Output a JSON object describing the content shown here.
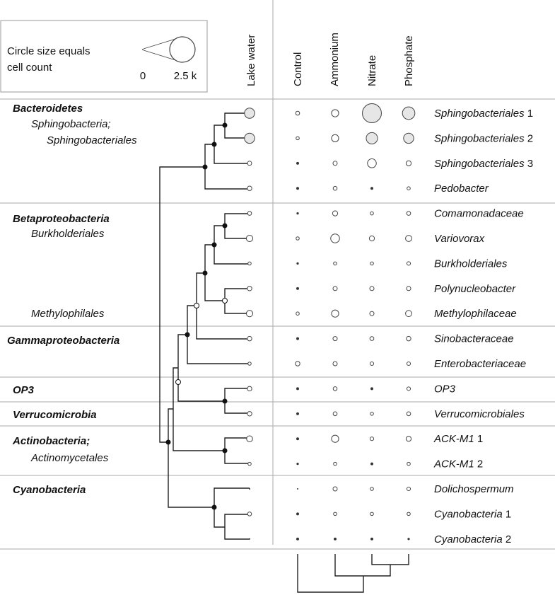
{
  "legend": {
    "line1": "Circle size equals",
    "line2": "cell count",
    "min_label": "0",
    "max_label": "2.5 k"
  },
  "columns": [
    "Lake water",
    "Control",
    "Ammonium",
    "Nitrate",
    "Phosphate"
  ],
  "groups": [
    {
      "label": "Bacteroidetes",
      "sub": [
        {
          "label": "Sphingobacteria;"
        },
        {
          "label": "Sphingobacteriales"
        }
      ]
    },
    {
      "label": "Betaproteobacteria",
      "sub": [
        {
          "label": "Burkholderiales"
        },
        {
          "label": "Methylophilales"
        }
      ]
    },
    {
      "label": "Gammaproteobacteria",
      "sub": []
    },
    {
      "label": "OP3",
      "sub": []
    },
    {
      "label": "Verrucomicrobia",
      "sub": []
    },
    {
      "label": "Actinobacteria;",
      "sub": [
        {
          "label": "Actinomycetales"
        }
      ]
    },
    {
      "label": "Cyanobacteria",
      "sub": []
    }
  ],
  "taxa": [
    {
      "name": "Sphingobacteriales",
      "suffix": " 1"
    },
    {
      "name": "Sphingobacteriales",
      "suffix": " 2"
    },
    {
      "name": "Sphingobacteriales",
      "suffix": " 3"
    },
    {
      "name": "Pedobacter",
      "suffix": ""
    },
    {
      "name": "Comamonadaceae",
      "suffix": ""
    },
    {
      "name": "Variovorax",
      "suffix": ""
    },
    {
      "name": "Burkholderiales",
      "suffix": ""
    },
    {
      "name": "Polynucleobacter",
      "suffix": ""
    },
    {
      "name": "Methylophilaceae",
      "suffix": ""
    },
    {
      "name": "Sinobacteraceae",
      "suffix": ""
    },
    {
      "name": "Enterobacteriaceae",
      "suffix": ""
    },
    {
      "name": "OP3",
      "suffix": ""
    },
    {
      "name": "Verrucomicrobiales",
      "suffix": ""
    },
    {
      "name": "ACK-M1",
      "suffix": " 1"
    },
    {
      "name": "ACK-M1",
      "suffix": " 2"
    },
    {
      "name": "Dolichospermum",
      "suffix": ""
    },
    {
      "name": "Cyanobacteria",
      "suffix": " 1"
    },
    {
      "name": "Cyanobacteria",
      "suffix": " 2"
    }
  ],
  "cell_count_max": 2500,
  "cell_counts": [
    [
      400,
      60,
      200,
      1400,
      600
    ],
    [
      400,
      40,
      200,
      500,
      400
    ],
    [
      70,
      30,
      70,
      300,
      100
    ],
    [
      80,
      30,
      60,
      30,
      40
    ],
    [
      60,
      20,
      100,
      40,
      60
    ],
    [
      160,
      40,
      300,
      100,
      150
    ],
    [
      40,
      20,
      40,
      40,
      50
    ],
    [
      80,
      30,
      70,
      70,
      70
    ],
    [
      160,
      40,
      200,
      70,
      150
    ],
    [
      80,
      30,
      70,
      60,
      80
    ],
    [
      40,
      80,
      70,
      50,
      50
    ],
    [
      80,
      30,
      60,
      30,
      50
    ],
    [
      80,
      30,
      60,
      40,
      60
    ],
    [
      140,
      30,
      200,
      50,
      100
    ],
    [
      40,
      20,
      40,
      30,
      40
    ],
    [
      3,
      3,
      70,
      40,
      50
    ],
    [
      60,
      30,
      40,
      40,
      40
    ],
    [
      3,
      30,
      30,
      30,
      20
    ]
  ],
  "colors": {
    "circle_fill": "#e6e6e6",
    "circle_stroke": "#444444",
    "line": "#222222",
    "separator": "#aaaaaa"
  }
}
